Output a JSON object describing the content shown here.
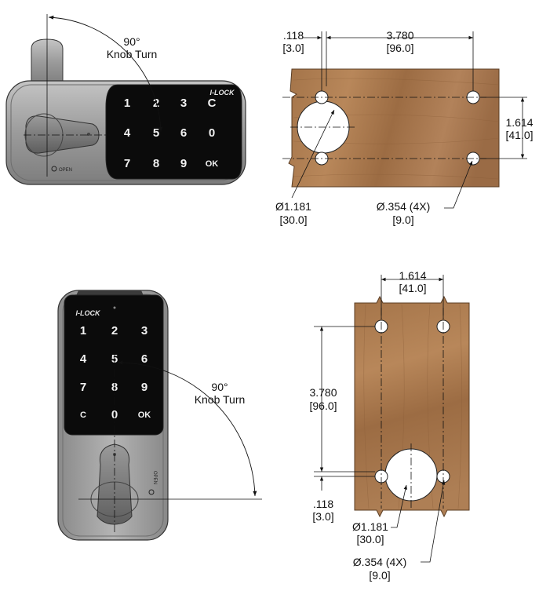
{
  "brand": "I-LOCK",
  "open_label": "OPEN",
  "keypad_horizontal": [
    [
      "1",
      "2",
      "3",
      "C"
    ],
    [
      "4",
      "5",
      "6",
      "0"
    ],
    [
      "7",
      "8",
      "9",
      "OK"
    ]
  ],
  "keypad_vertical": [
    [
      "1",
      "2",
      "3"
    ],
    [
      "4",
      "5",
      "6"
    ],
    [
      "7",
      "8",
      "9"
    ],
    [
      "C",
      "0",
      "OK"
    ]
  ],
  "knob_turn": {
    "angle": "90°",
    "label": "Knob Turn"
  },
  "dims": {
    "edge_in": ".118",
    "edge_mm": "[3.0]",
    "span_long_in": "3.780",
    "span_long_mm": "[96.0]",
    "span_short_in": "1.614",
    "span_short_mm": "[41.0]",
    "bore_dia_in": "Ø1.181",
    "bore_dia_mm": "[30.0]",
    "hole_dia_in": "Ø.354 (4X)",
    "hole_dia_mm": "[9.0]"
  },
  "colors": {
    "wood": "#a8794f",
    "body": "#9a9a9a",
    "panel": "#0c0c0c"
  }
}
